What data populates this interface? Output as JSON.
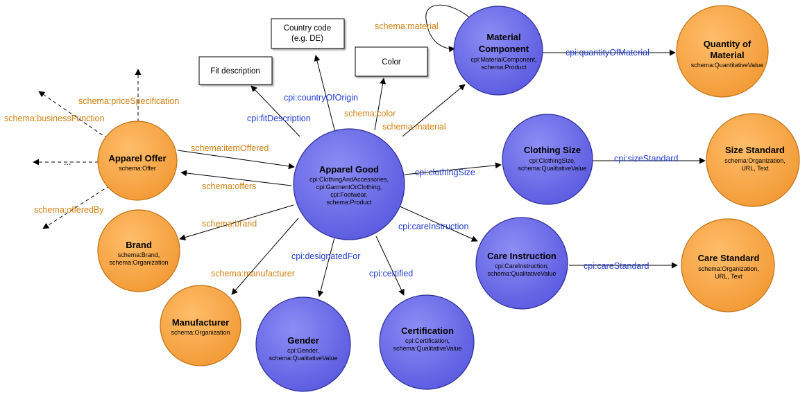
{
  "colors": {
    "schema_label": "#d17f0c",
    "cpi_label": "#1f3bd4",
    "blue_node": "#6b6bea",
    "orange_node": "#f7a64b"
  },
  "nodes": {
    "apparel_good": {
      "title": "Apparel Good",
      "sub": [
        "cpi:ClothingAndAccessories,",
        "cpi:GarmentOrClothing,",
        "cpi:Footwear,",
        "schema:Product"
      ]
    },
    "material_component": {
      "title": [
        "Material",
        "Component"
      ],
      "sub": [
        "cpi:MaterialComponent,",
        "schema:Product"
      ]
    },
    "quantity_of_material": {
      "title": [
        "Quantity of",
        "Material"
      ],
      "sub": [
        "schema:QuantitativeValue"
      ]
    },
    "clothing_size": {
      "title": "Clothing Size",
      "sub": [
        "cpi:ClothingSize,",
        "schema:QualitativeValue"
      ]
    },
    "size_standard": {
      "title": "Size Standard",
      "sub": [
        "schema:Organization,",
        "URL, Text"
      ]
    },
    "care_instruction": {
      "title": "Care Instruction",
      "sub": [
        "cpi:CareInstruction,",
        "schema:QualitativeValue"
      ]
    },
    "care_standard": {
      "title": "Care Standard",
      "sub": [
        "schema:Organization,",
        "URL, Text"
      ]
    },
    "certification": {
      "title": "Certification",
      "sub": [
        "cpi:Certification,",
        "schema:QualitativeValue"
      ]
    },
    "gender": {
      "title": "Gender",
      "sub": [
        "cpi:Gender,",
        "schema:QualitativeValue"
      ]
    },
    "manufacturer": {
      "title": "Manufacturer",
      "sub": [
        "schema:Organization"
      ]
    },
    "brand": {
      "title": "Brand",
      "sub": [
        "schema:Brand,",
        "schema:Organization"
      ]
    },
    "apparel_offer": {
      "title": "Apparel Offer",
      "sub": [
        "schema:Offer"
      ]
    }
  },
  "boxes": {
    "country_code": [
      "Country code",
      "(e.g. DE)"
    ],
    "fit_description": [
      "Fit description"
    ],
    "color": [
      "Color"
    ]
  },
  "edge_labels": {
    "country_of_origin": "cpi:countryOfOrigin",
    "fit_description": "cpi:fitDescription",
    "schema_color": "schema:color",
    "schema_material_top": "schema:material",
    "schema_material": "schema:material",
    "quantity_of_material": "cpi:quantityOfMaterial",
    "clothing_size": "cpi:clothingSize",
    "size_standard": "cpi:sizeStandard",
    "care_instruction": "cpi:careInstruction",
    "care_standard": "cpi:careStandard",
    "certified": "cpi:certified",
    "designated_for": "cpi:designatedFor",
    "manufacturer": "schema:manufacturer",
    "brand": "schema:brand",
    "offers": "schema:offers",
    "item_offered": "schema:itemOffered",
    "price_specification": "schema:priceSpecification",
    "business_function": "schema:businessFunction",
    "offered_by": "schema:offeredBy",
    "ellipsis": "..."
  }
}
